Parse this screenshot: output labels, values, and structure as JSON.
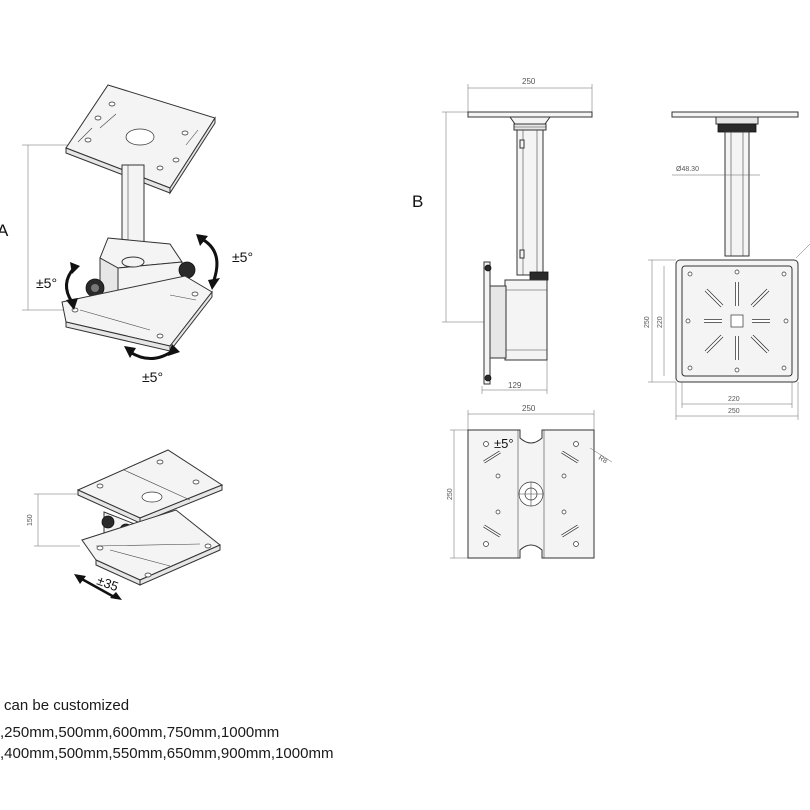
{
  "labels": {
    "view_a": "A",
    "view_b": "B"
  },
  "angles": {
    "tilt_right": "±5°",
    "tilt_left": "±5°",
    "swivel_bottom": "±5°",
    "plate_top": "±5°",
    "slide": "±35"
  },
  "dimensions": {
    "side_width": "250",
    "side_base": "129",
    "front_width": "250",
    "front_tube_dia": "Ø48.30",
    "front_side_250": "250",
    "front_side_220": "220",
    "front_bottom_220": "220",
    "front_bottom_250": "250",
    "top_width": "250",
    "top_height": "250",
    "top_radius": "R8",
    "slide_height": "150"
  },
  "notes": {
    "line1": "can be customized",
    "line2": ",250mm,500mm,600mm,750mm,1000mm",
    "line3": ",400mm,500mm,550mm,650mm,900mm,1000mm"
  }
}
